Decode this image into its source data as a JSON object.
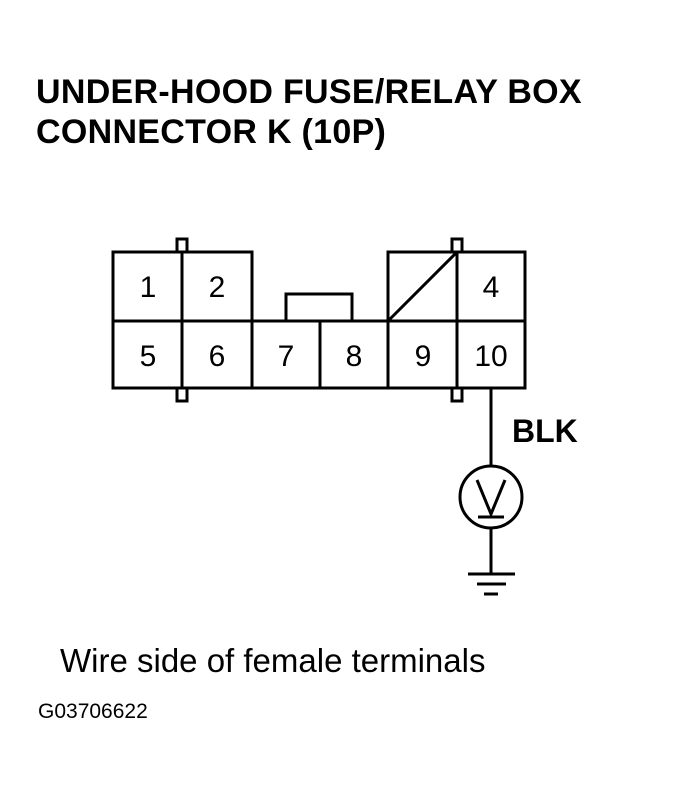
{
  "title": {
    "line1": "UNDER-HOOD FUSE/RELAY BOX",
    "line2": "CONNECTOR K (10P)"
  },
  "connector": {
    "top_row": [
      "1",
      "2",
      "4"
    ],
    "bottom_row": [
      "5",
      "6",
      "7",
      "8",
      "9",
      "10"
    ]
  },
  "wire": {
    "color_label": "BLK",
    "meter_icon": "voltmeter-icon",
    "ground_icon": "ground-icon"
  },
  "caption": "Wire side of female terminals",
  "figure_id": "G03706622"
}
